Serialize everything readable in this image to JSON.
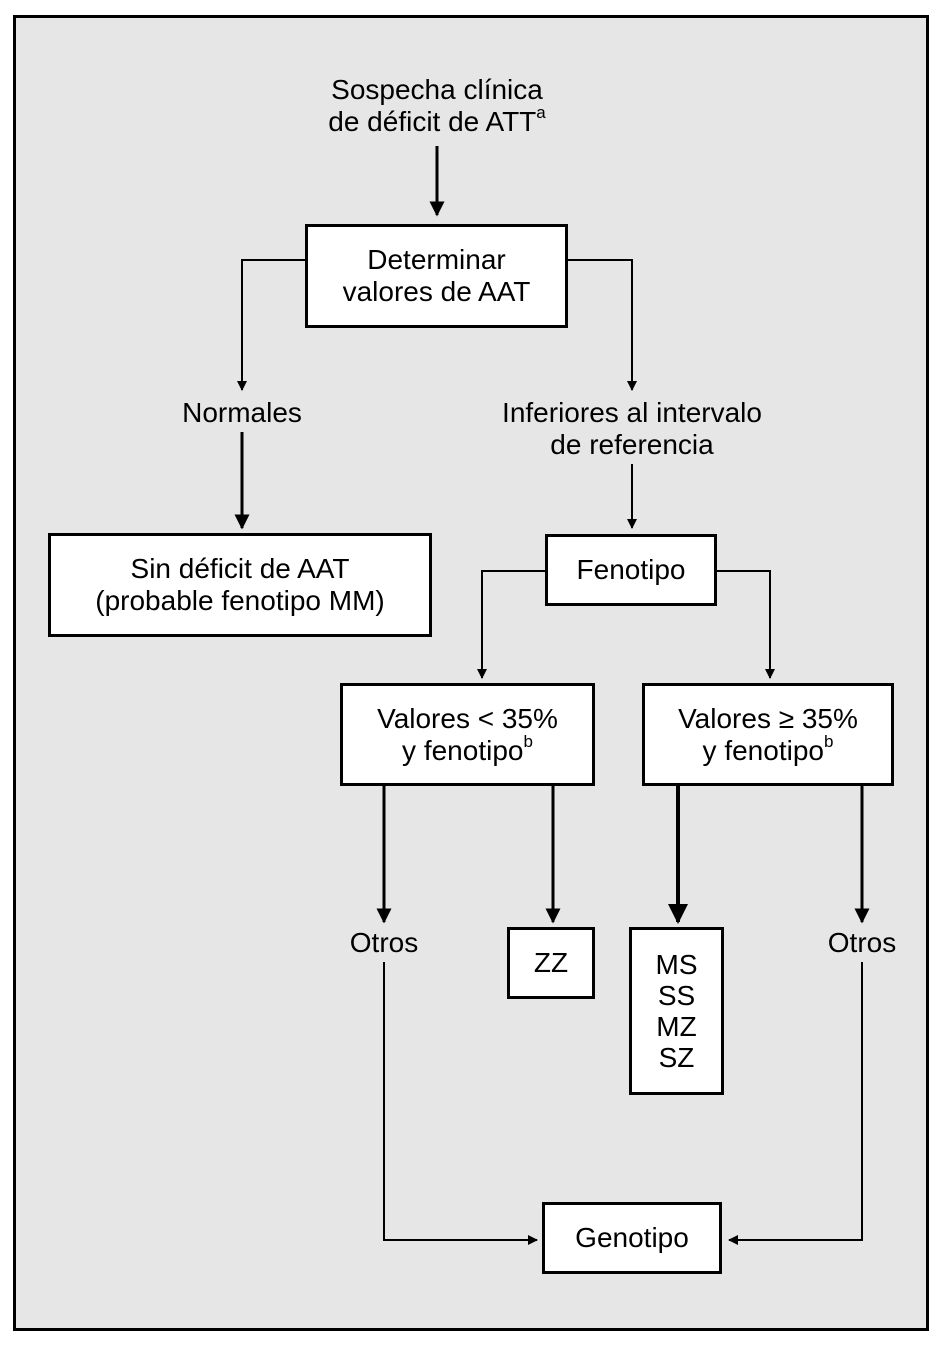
{
  "start": {
    "line1": "Sospecha clínica",
    "line2": "de déficit de ATT",
    "sup": "a"
  },
  "determinar": {
    "line1": "Determinar",
    "line2": "valores de AAT"
  },
  "normales": "Normales",
  "inferiores": {
    "line1": "Inferiores al intervalo",
    "line2": "de referencia"
  },
  "sin_deficit": {
    "line1": "Sin déficit de AAT",
    "line2": "(probable fenotipo MM)"
  },
  "fenotipo": "Fenotipo",
  "valores_lt": {
    "line1": "Valores < 35%",
    "line2": "y fenotipo",
    "sup": "b"
  },
  "valores_ge": {
    "line1": "Valores ≥ 35%",
    "line2": "y fenotipo",
    "sup": "b"
  },
  "otros_left": "Otros",
  "zz": "ZZ",
  "ms_group": [
    "MS",
    "SS",
    "MZ",
    "SZ"
  ],
  "otros_right": "Otros",
  "genotipo": "Genotipo"
}
